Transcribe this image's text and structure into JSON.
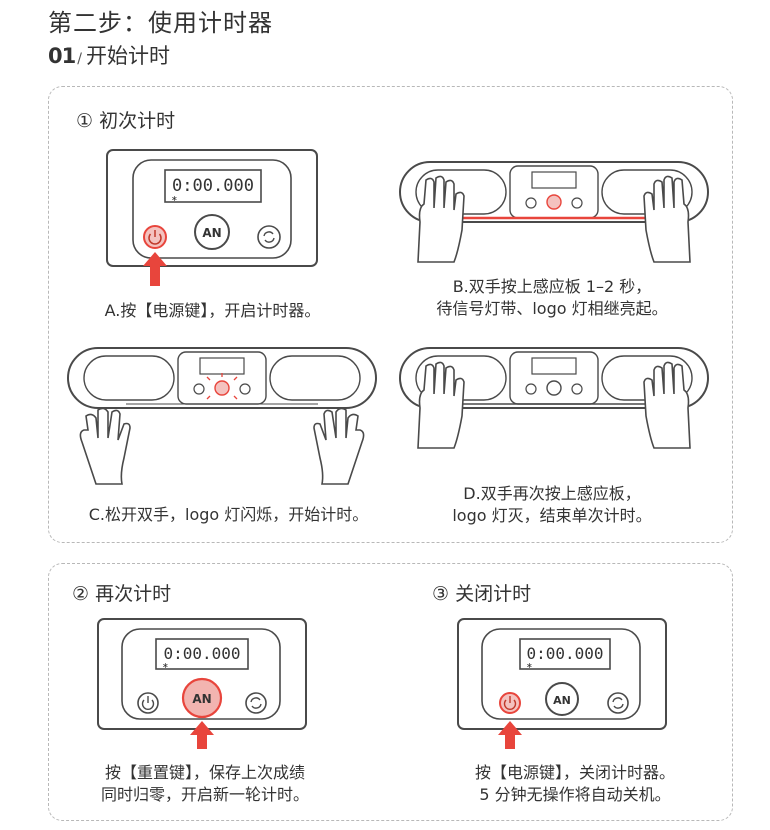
{
  "page": {
    "step_title": "第二步：使用计时器",
    "sub_num": "01",
    "sub_slash": "/",
    "sub_title": "开始计时"
  },
  "section1": {
    "label": "① 初次计时",
    "steps": [
      {
        "id": "A",
        "lines": [
          "A.按【电源键】，开启计时器。"
        ]
      },
      {
        "id": "B",
        "lines": [
          "B.双手按上感应板 1–2 秒，",
          "待信号灯带、logo 灯相继亮起。"
        ]
      },
      {
        "id": "C",
        "lines": [
          "C.松开双手，logo 灯闪烁，开始计时。"
        ]
      },
      {
        "id": "D",
        "lines": [
          "D.双手再次按上感应板，",
          "logo 灯灭，结束单次计时。"
        ]
      }
    ]
  },
  "section2": {
    "label": "② 再次计时",
    "lines": [
      "按【重置键】，保存上次成绩",
      "同时归零，开启新一轮计时。"
    ]
  },
  "section3": {
    "label": "③ 关闭计时",
    "lines": [
      "按【电源键】，关闭计时器。",
      "5 分钟无操作将自动关机。"
    ]
  },
  "device": {
    "display_time": "0:00.000",
    "bluetooth_symbol": "∗",
    "logo_text": "AN"
  },
  "colors": {
    "accent_red": "#e8453c",
    "highlight_pink": "#f2b4b0",
    "outline": "#4a4a4a",
    "dashed_border": "#b8b8b8"
  },
  "icons": [
    "power-icon",
    "reset-icon",
    "logo-icon",
    "bluetooth-icon",
    "arrow-up-icon",
    "hand-icon"
  ]
}
